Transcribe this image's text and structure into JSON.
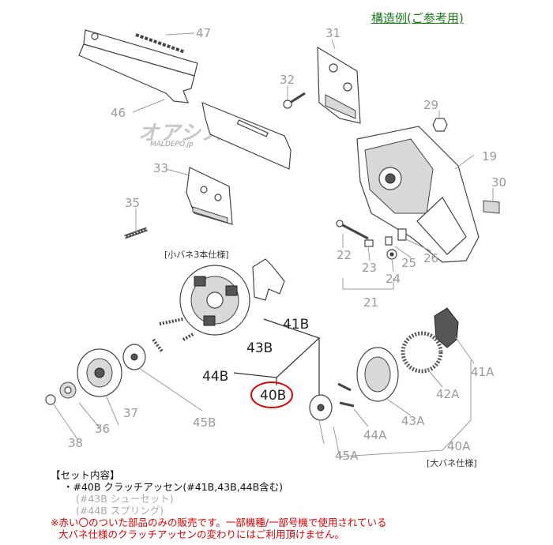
{
  "header": {
    "title": "構造例(ご参考用)"
  },
  "logo": {
    "text": "オアシス",
    "subtext": "MALDEPO.jp"
  },
  "labels": {
    "p47": "47",
    "p46": "46",
    "p31": "31",
    "p32": "32",
    "p29": "29",
    "p19": "19",
    "p30": "30",
    "p33": "33",
    "p35": "35",
    "p22": "22",
    "p23": "23",
    "p24": "24",
    "p25": "25",
    "p26": "26",
    "p21": "21",
    "p41B": "41B",
    "p43B": "43B",
    "p44B": "44B",
    "p40B": "40B",
    "p45B": "45B",
    "p37": "37",
    "p36": "36",
    "p38": "38",
    "p41A": "41A",
    "p42A": "42A",
    "p43A": "43A",
    "p44A": "44A",
    "p45A": "45A",
    "p40A": "40A"
  },
  "spec_small": "[小バネ3本仕様]",
  "spec_large": "[大バネ仕様]",
  "notes": {
    "heading": "【セット内容】",
    "item_main": "・#40B クラッチアッセン(#41B,43B,44B含む)",
    "item_sub1": "(#43B シューセット)",
    "item_sub2": "(#44B スプリング)",
    "warning1": "※赤い〇のついた部品のみの販売です。一部機種/一部号機で使用されている",
    "warning2": "大バネ仕様のクラッチアッセンの変わりにはご利用頂けません。"
  },
  "colors": {
    "highlight_circle": "#e00000",
    "title_green": "#1a7a1a",
    "warning_red": "#e00000"
  }
}
